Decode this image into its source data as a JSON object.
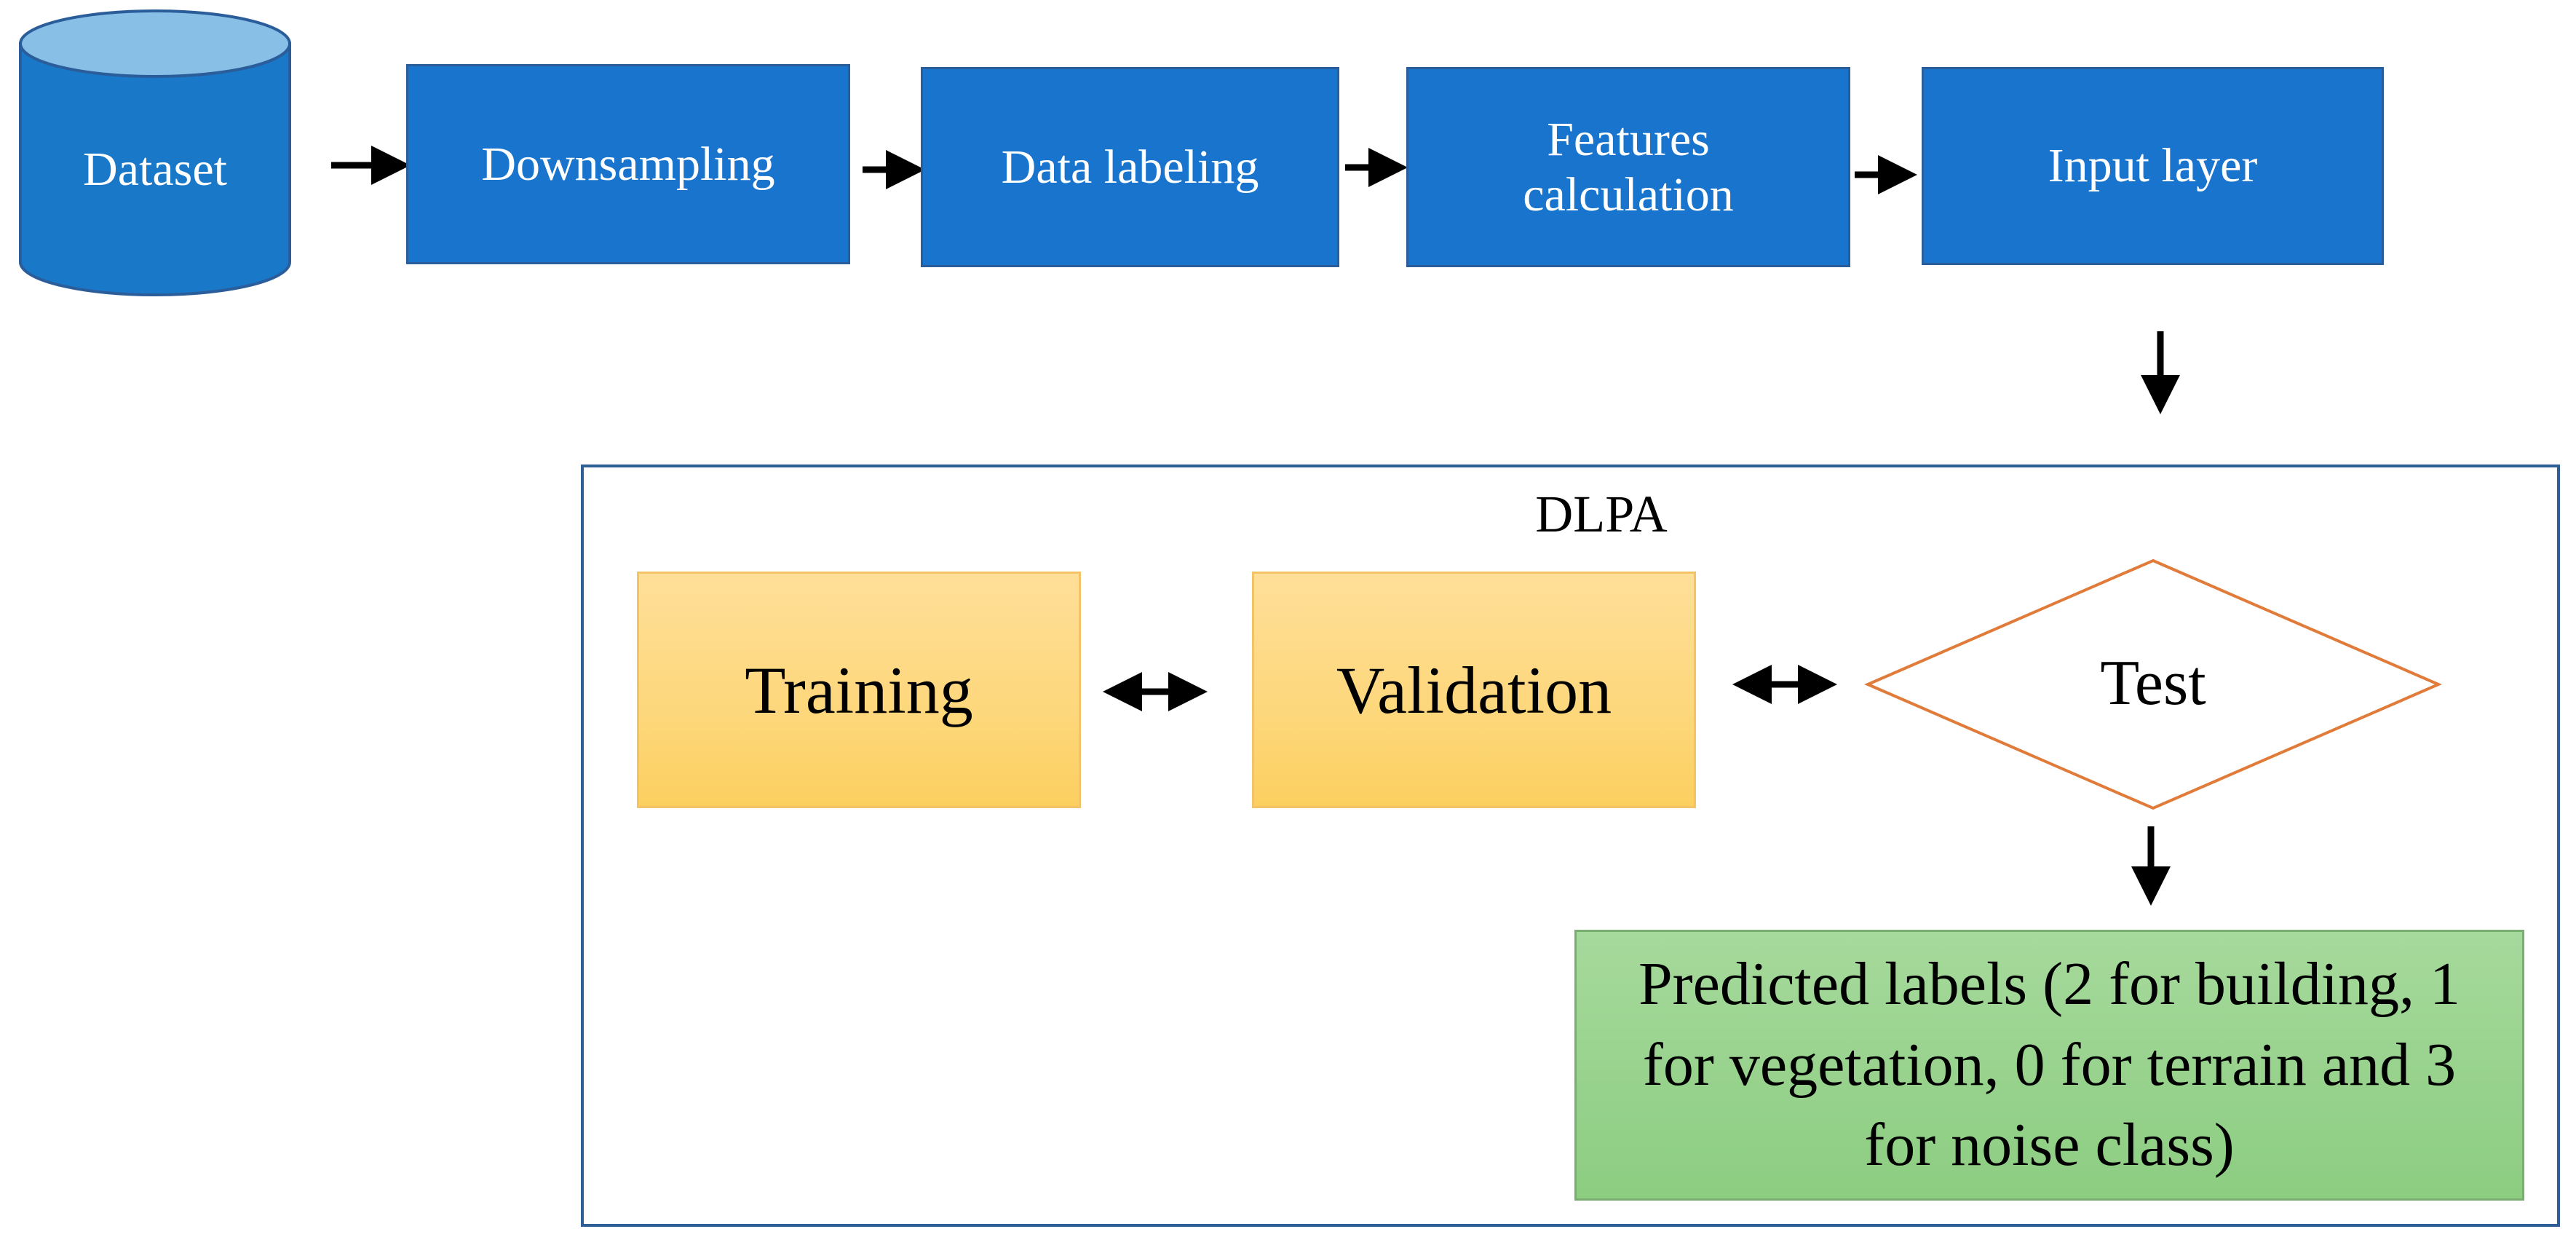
{
  "nodes": {
    "dataset": "Dataset",
    "downsampling": "Downsampling",
    "data_labeling": "Data labeling",
    "features_calculation_line1": "Features",
    "features_calculation_line2": "calculation",
    "input_layer": "Input layer",
    "training": "Training",
    "validation": "Validation",
    "test": "Test",
    "predicted_line1": "Predicted labels (2 for building, 1",
    "predicted_line2": "for vegetation, 0 for terrain and 3",
    "predicted_line3": "for noise class)"
  },
  "group": {
    "title": "DLPA"
  },
  "colors": {
    "process_fill": "#1874cd",
    "stage_fill": "#fdd77b",
    "decision_stroke": "#e07b39",
    "output_fill": "#8ccd81",
    "group_border": "#2f5f94",
    "arrow": "#000000"
  }
}
